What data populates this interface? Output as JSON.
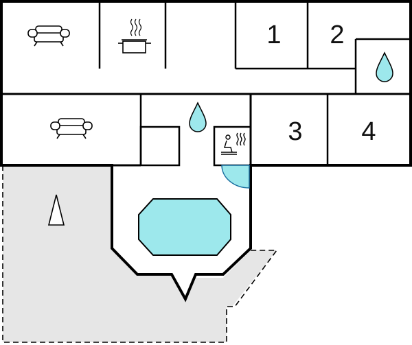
{
  "rooms": [
    {
      "id": "bedroom-1",
      "label": "1"
    },
    {
      "id": "bedroom-2",
      "label": "2"
    },
    {
      "id": "bedroom-3",
      "label": "3"
    },
    {
      "id": "bedroom-4",
      "label": "4"
    }
  ],
  "icons": {
    "sofa": "sofa-icon",
    "kitchen": "cooking-pot-icon",
    "bathroom": "water-drop-icon",
    "sauna": "sauna-icon",
    "pool": "pool-icon",
    "parasol": "parasol-icon"
  },
  "colors": {
    "wall": "#000000",
    "water": "#9de8ec",
    "terrace": "#e6e6e6"
  }
}
